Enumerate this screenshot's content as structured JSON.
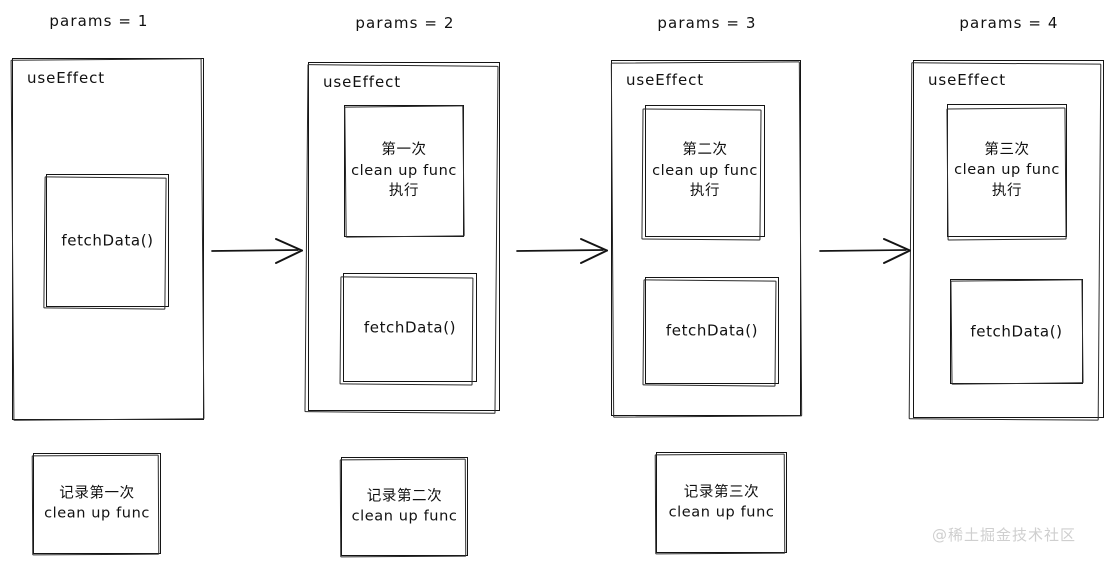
{
  "diagram": {
    "title_row": [
      {
        "label": "params = 1"
      },
      {
        "label": "params = 2"
      },
      {
        "label": "params = 3"
      },
      {
        "label": "params = 4"
      }
    ],
    "columns": [
      {
        "effect_label": "useEffect",
        "cleanup_text": "",
        "fetch_text": "fetchData()",
        "record_text": "记录第一次\nclean up func"
      },
      {
        "effect_label": "useEffect",
        "cleanup_text": "第一次\nclean up func\n执行",
        "fetch_text": "fetchData()",
        "record_text": "记录第二次\nclean up func"
      },
      {
        "effect_label": "useEffect",
        "cleanup_text": "第二次\nclean up func\n执行",
        "fetch_text": "fetchData()",
        "record_text": "记录第三次\nclean up func"
      },
      {
        "effect_label": "useEffect",
        "cleanup_text": "第三次\nclean up func\n执行",
        "fetch_text": "fetchData()",
        "record_text": ""
      }
    ],
    "arrows": [
      {
        "name": "arrow-1-to-2"
      },
      {
        "name": "arrow-2-to-3"
      },
      {
        "name": "arrow-3-to-4"
      }
    ],
    "watermark": "@稀土掘金技术社区",
    "colors": {
      "stroke": "#141414",
      "background": "#ffffff",
      "watermark": "#cfcfcf"
    }
  }
}
